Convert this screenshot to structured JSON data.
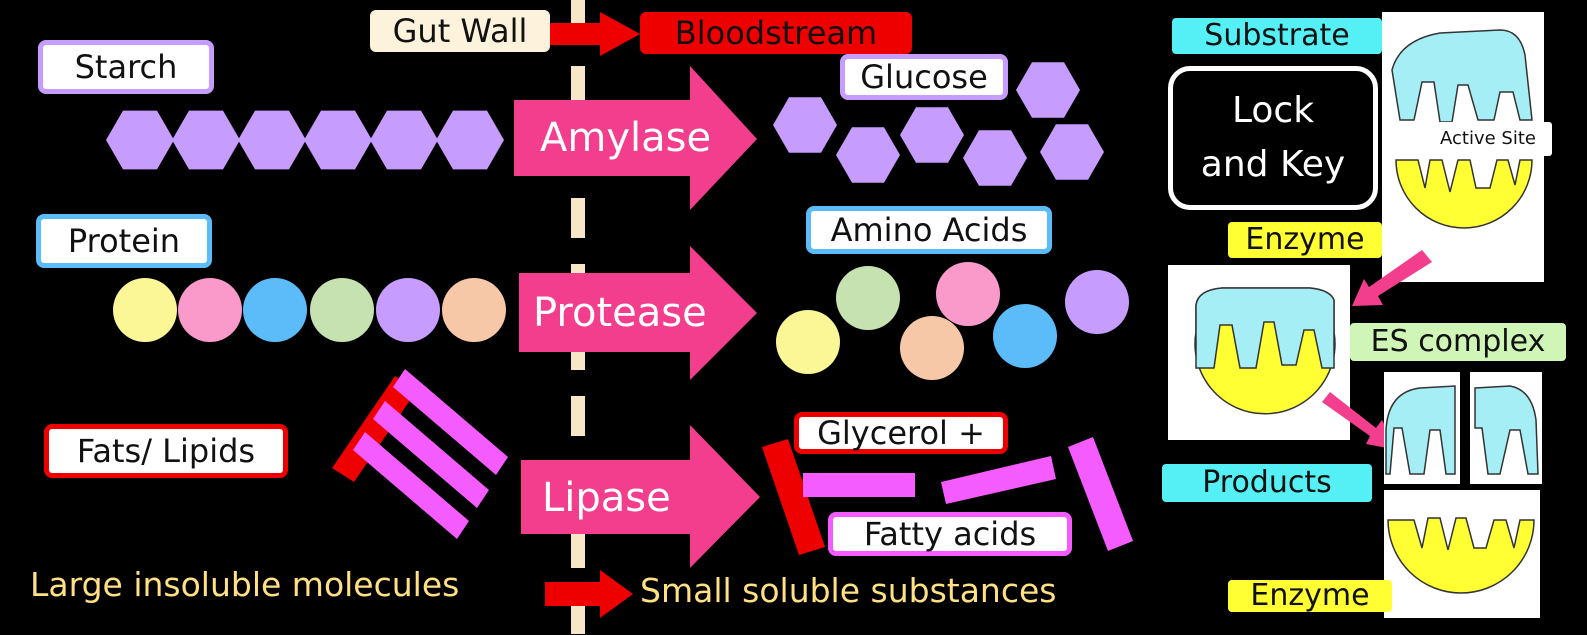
{
  "colors": {
    "background": "#000000",
    "arrow_pink": "#f23e8c",
    "hexagon_purple": "#c79cff",
    "red": "#ee0000",
    "lipid_pink": "#f55cff",
    "dashed_line": "#f7e7c6",
    "bottom_text": "#ffe082",
    "substrate_blue": "#a6eef5",
    "enzyme_yellow": "#ffff33"
  },
  "header": {
    "gut_wall": "Gut Wall",
    "bloodstream": "Bloodstream"
  },
  "rows": [
    {
      "input": "Starch",
      "enzyme": "Amylase",
      "output": "Glucose"
    },
    {
      "input": "Protein",
      "enzyme": "Protease",
      "output": "Amino Acids"
    },
    {
      "input": "Fats/ Lipids",
      "enzyme": "Lipase",
      "output_top": "Glycerol +",
      "output_bottom": "Fatty acids"
    }
  ],
  "protein_bead_colors": [
    "#fbf797",
    "#f99acb",
    "#5bbcf9",
    "#c6e2b0",
    "#c79cff",
    "#f7c8a8"
  ],
  "amino_acid_colors": [
    "#fbf797",
    "#c6e2b0",
    "#f7c8a8",
    "#f99acb",
    "#5bbcf9",
    "#c79cff"
  ],
  "footer": {
    "left": "Large insoluble molecules",
    "right": "Small soluble substances"
  },
  "model": {
    "substrate": "Substrate",
    "title_line1": "Lock",
    "title_line2": "and Key",
    "active_site": "Active Site",
    "enzyme": "Enzyme",
    "es_complex": "ES complex",
    "products": "Products",
    "enzyme_bottom": "Enzyme"
  }
}
